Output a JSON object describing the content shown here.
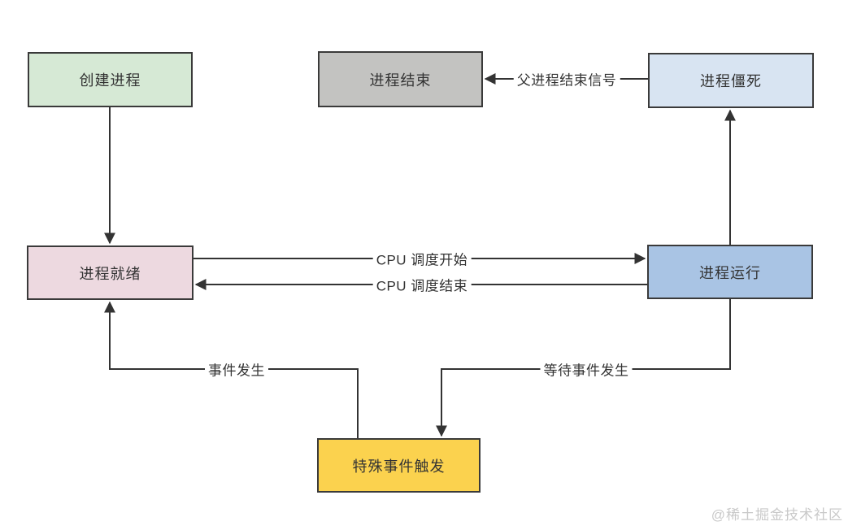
{
  "diagram": {
    "name": "process-state-flowchart",
    "colors": {
      "line": "#333333",
      "border": "#3a3a3a",
      "text": "#333333"
    },
    "nodes": [
      {
        "id": "create-process",
        "label": "创建进程",
        "fill": "#d6e9d5"
      },
      {
        "id": "process-end",
        "label": "进程结束",
        "fill": "#c3c3c1"
      },
      {
        "id": "process-zombie",
        "label": "进程僵死",
        "fill": "#d8e4f2"
      },
      {
        "id": "process-ready",
        "label": "进程就绪",
        "fill": "#edd9e0"
      },
      {
        "id": "process-running",
        "label": "进程运行",
        "fill": "#a9c4e4"
      },
      {
        "id": "special-event",
        "label": "特殊事件触发",
        "fill": "#fbd24e"
      }
    ],
    "edges": [
      {
        "from": "create-process",
        "to": "process-ready",
        "label": ""
      },
      {
        "from": "process-zombie",
        "to": "process-end",
        "label": "父进程结束信号"
      },
      {
        "from": "process-ready",
        "to": "process-running",
        "label": "CPU 调度开始"
      },
      {
        "from": "process-running",
        "to": "process-ready",
        "label": "CPU 调度结束"
      },
      {
        "from": "process-running",
        "to": "process-zombie",
        "label": ""
      },
      {
        "from": "special-event",
        "to": "process-ready",
        "label": "事件发生"
      },
      {
        "from": "process-running",
        "to": "special-event",
        "label": "等待事件发生"
      }
    ]
  },
  "watermark": {
    "text": "@稀土掘金技术社区"
  }
}
